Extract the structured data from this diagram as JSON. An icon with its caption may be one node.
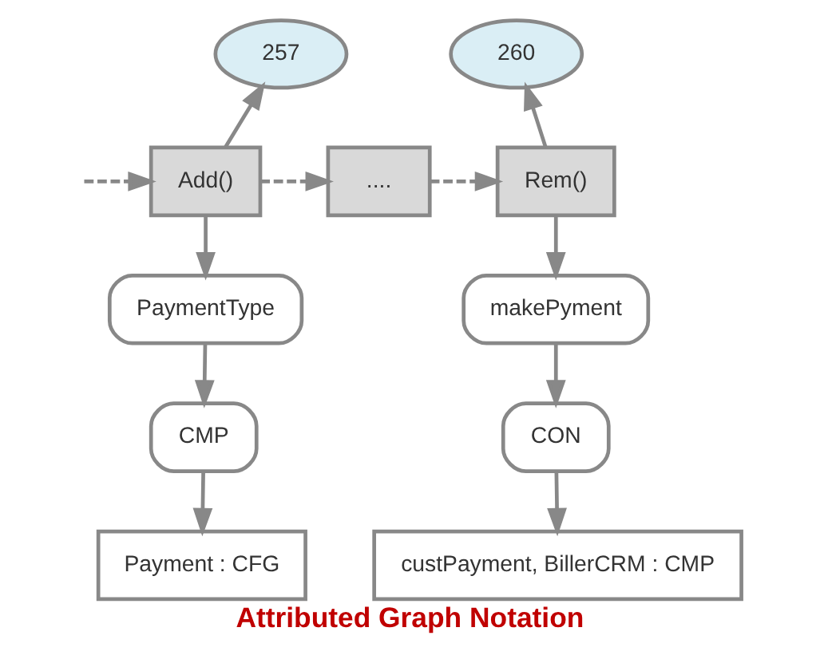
{
  "diagram": {
    "caption": "Attributed Graph Notation",
    "nodes": [
      {
        "text": [
          "257"
        ]
      },
      {
        "text": [
          "Add()"
        ]
      },
      {
        "text": [
          "...."
        ]
      },
      {
        "text": [
          "Rem()"
        ]
      },
      {
        "text": [
          "260"
        ]
      },
      {
        "text": [
          "PaymentType"
        ]
      },
      {
        "text": [
          "CMP"
        ]
      },
      {
        "text": [
          "Payment : CFG"
        ]
      },
      {
        "text": [
          "makePyment"
        ]
      },
      {
        "text": [
          "CON"
        ]
      },
      {
        "text": [
          "custPayment, BillerCRM : CMP"
        ]
      }
    ],
    "edges": [
      {
        "from": null,
        "to": 1,
        "arrow": "to",
        "style": "dashed"
      },
      {
        "from": 1,
        "to": 0,
        "arrow": "to"
      },
      {
        "from": 1,
        "to": 2,
        "arrow": "to",
        "style": "dashed"
      },
      {
        "from": 2,
        "to": 3,
        "arrow": "to",
        "style": "dashed"
      },
      {
        "from": 3,
        "to": 4,
        "arrow": "to"
      },
      {
        "from": 1,
        "to": 5,
        "arrow": "to"
      },
      {
        "from": 5,
        "to": 6,
        "arrow": "to"
      },
      {
        "from": 6,
        "to": 7,
        "arrow": "to"
      },
      {
        "from": 3,
        "to": 8,
        "arrow": "to"
      },
      {
        "from": 8,
        "to": 9,
        "arrow": "to"
      },
      {
        "from": 9,
        "to": 10,
        "arrow": "to"
      }
    ]
  }
}
